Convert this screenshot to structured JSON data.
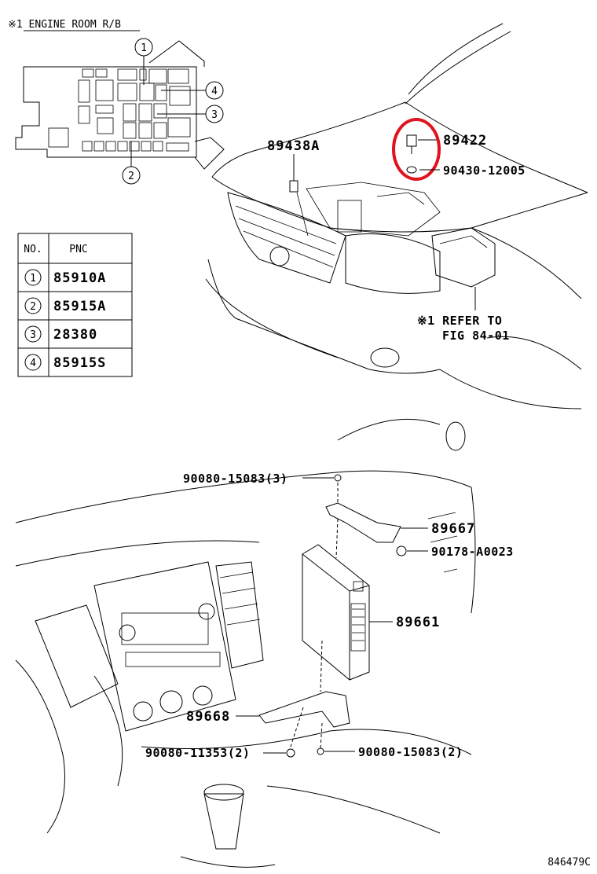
{
  "header": {
    "engine_room_label": "※1 ENGINE ROOM R/B"
  },
  "pnc_table": {
    "col_no": "NO.",
    "col_pnc": "PNC",
    "rows": [
      {
        "no": "1",
        "pnc": "85910A"
      },
      {
        "no": "2",
        "pnc": "85915A"
      },
      {
        "no": "3",
        "pnc": "28380"
      },
      {
        "no": "4",
        "pnc": "85915S"
      }
    ]
  },
  "relay_box_callouts": [
    "1",
    "4",
    "3",
    "2"
  ],
  "parts": {
    "p89438A": "89438A",
    "p89422": "89422",
    "p90430": "90430-12005",
    "refer_line1": "※1 REFER TO",
    "refer_line2": "FIG 84-01",
    "p90080_15083_3": "90080-15083(3)",
    "p89667": "89667",
    "p90178": "90178-A0023",
    "p89661": "89661",
    "p89668": "89668",
    "p90080_11353": "90080-11353(2)",
    "p90080_15083_2": "90080-15083(2)"
  },
  "footer": {
    "figure_code": "846479C"
  },
  "colors": {
    "line": "#000000",
    "highlight": "#e0141e",
    "background": "#ffffff"
  }
}
